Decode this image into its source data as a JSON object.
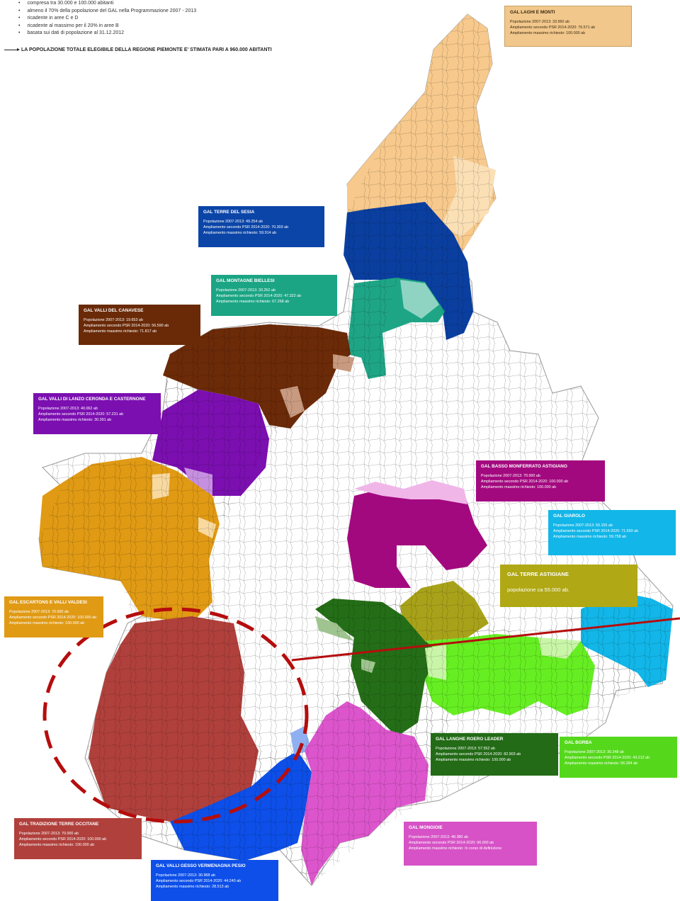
{
  "criteria": [
    "compresa tra 30.000 e 100.000 abitanti",
    "almeno il 70% della popolazione del GAL nella Programmazione 2007 - 2013",
    "ricadente in aree C e D",
    "ricadente al massimo per il 20% in aree B",
    "basata sui dati di popolazione al 31.12.2012"
  ],
  "headline": "LA POPOLAZIONE TOTALE ELEGIBILE DELLA REGIONE PIEMONTE E' STIMATA PARI A 960.000 ABITANTI",
  "gal": {
    "laghi_monti": {
      "title": "GAL LAGHI E MONTI",
      "lines": [
        "Popolazione 2007-2013: 33.560 ab",
        "Ampliamento secondo PSR 2014-2020: 76.571 ab",
        "Ampliamento massimo richiesto: 100.000 ab"
      ]
    },
    "terre_sesia": {
      "title": "GAL TERRE DEL SESIA",
      "lines": [
        "Popolazione 2007-2013: 49.254 ab",
        "Ampliamento secondo PSR 2014-2020: 70.303 ab",
        "Ampliamento massimo richiesto: 59.914 ab"
      ]
    },
    "montagne_biellesi": {
      "title": "GAL MONTAGNE BIELLESI",
      "lines": [
        "Popolazione 2007-2013: 33.252 ab",
        "Ampliamento secondo PSR 2014-2020: 47.322 ab",
        "Ampliamento massimo richiesto: 67.268 ab"
      ]
    },
    "valli_canavese": {
      "title": "GAL VALLI DEL CANAVESE",
      "lines": [
        "Popolazione 2007-2013: 19.653 ab",
        "Ampliamento secondo PSR 2014-2020: 56.590 ab",
        "Ampliamento massimo richiesto: 71.817 ab"
      ]
    },
    "valli_lanzo": {
      "title": "GAL VALLI DI LANZO CERONDA E CASTERNONE",
      "lines": [
        "Popolazione 2007-2013: 40.062 ab",
        "Ampliamento secondo PSR 2014-2020: 57.231 ab",
        "Ampliamento massimo richiesto: 30.391 ab"
      ]
    },
    "basso_monferrato": {
      "title": "GAL BASSO MONFERRATO ASTIGIANO",
      "lines": [
        "Popolazione 2007-2013: 70.000 ab",
        "Ampliamento secondo PSR 2014-2020: 100.000 ab",
        "Ampliamento massimo richiesto: 100.000 ab"
      ]
    },
    "giarolo": {
      "title": "GAL GIAROLO",
      "lines": [
        "Popolazione 2007-2013: 50.155 ab",
        "Ampliamento secondo PSR 2014-2020: 71.650 ab",
        "Ampliamento massimo richiesto: 59.758 ab"
      ]
    },
    "terre_astigiane": {
      "title": "GAL TERRE ASTIGIANE",
      "lines": [
        "popolazione  ca 55.000 ab."
      ]
    },
    "escartons": {
      "title": "GAL ESCARTONS E VALLI VALDESI",
      "lines": [
        "Popolazione 2007-2013: 70.000 ab",
        "Ampliamento secondo PSR 2014-2020: 100.000 ab",
        "Ampliamento massimo richiesto: 100.000 ab"
      ]
    },
    "langhe_roero": {
      "title": "GAL LANGHE ROERO LEADER",
      "lines": [
        "Popolazione 2007-2013: 57.552 ab",
        "Ampliamento secondo PSR 2014-2020: 82.903 ab",
        "Ampliamento massimo richiesto: 100.000 ab"
      ]
    },
    "borba": {
      "title": "GAL BORBA",
      "lines": [
        "Popolazione 2007-2013: 30.248 ab",
        "Ampliamento secondo PSR 2014-2020: 43.212 ab",
        "Ampliamento massimo richiesto: 56.394 ab"
      ]
    },
    "tradizione_occitane": {
      "title": "GAL TRADIZIONE TERRE OCCITANE",
      "lines": [
        "Popolazione 2007-2013: 70.000 ab",
        "Ampliamento secondo PSR 2014-2020: 100.000 ab",
        "Ampliamento massimo richiesto: 100.000 ab"
      ]
    },
    "mongioie": {
      "title": "GAL MONGIOIE",
      "lines": [
        "Popolazione 2007-2013: 48.380 ab",
        "Ampliamento secondo PSR 2014-2020: 66.000 ab",
        "Ampliamento massimo richiesto: In corso di definizione"
      ]
    },
    "valli_gesso": {
      "title": "GAL VALLI GESSO VERMENAGNA PESIO",
      "lines": [
        "Popolazione 2007-2013: 30.968 ab",
        "Ampliamento secondo PSR 2014-2020: 44.240 ab",
        "Ampliamento massimo richiesto: 28.513 ab"
      ]
    }
  },
  "colors": {
    "laghi_monti": "#f7c98c",
    "terre_sesia": "#0a3fa0",
    "montagne_biellesi": "#1ea586",
    "valli_canavese": "#6b2a08",
    "valli_lanzo": "#7b0fb0",
    "basso_monferrato": "#a3097f",
    "giarolo": "#12b6e8",
    "terre_astigiane": "#a8a21a",
    "escartons": "#e09a14",
    "langhe_roero": "#246e17",
    "borba": "#66ee22",
    "tradizione_occitane": "#b0403c",
    "mongioie": "#dc55cc",
    "valli_gesso": "#0d4fe8",
    "highlight": "#b50d0d"
  }
}
